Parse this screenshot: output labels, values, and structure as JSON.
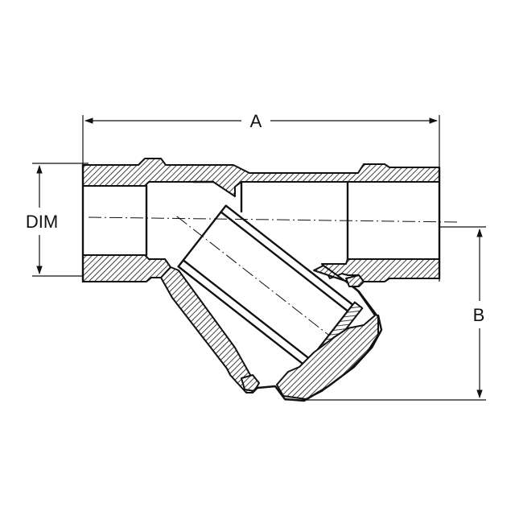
{
  "dimensions": {
    "a": "A",
    "b": "B",
    "dim": "DIM"
  },
  "colors": {
    "ink": "#111111",
    "background": "#ffffff"
  }
}
